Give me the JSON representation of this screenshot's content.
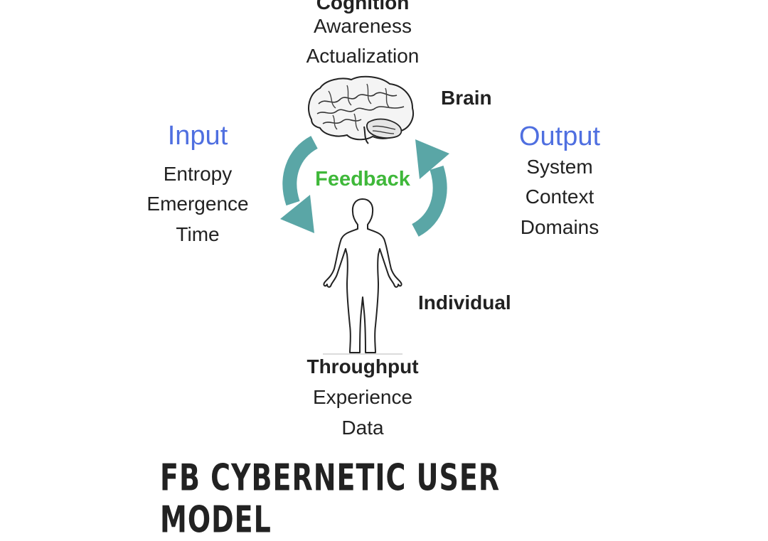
{
  "top": {
    "heading": "Cognition",
    "items": [
      "Awareness",
      "Actualization"
    ]
  },
  "brain": {
    "label": "Brain",
    "icon": "brain-icon"
  },
  "input": {
    "heading": "Input",
    "items": [
      "Entropy",
      "Emergence",
      "Time"
    ]
  },
  "output": {
    "heading": "Output",
    "items": [
      "System",
      "Context",
      "Domains"
    ]
  },
  "feedback": {
    "label": "Feedback"
  },
  "individual": {
    "label": "Individual",
    "icon": "human-silhouette-icon"
  },
  "throughput": {
    "heading": "Throughput",
    "items": [
      "Experience",
      "Data"
    ]
  },
  "footer": {
    "title": "FB CYBERNETIC USER MODEL"
  },
  "colors": {
    "accent_blue": "#4f6fe0",
    "feedback_green": "#3fb83a",
    "arrow_teal": "#5aa6a6",
    "text": "#222222"
  }
}
